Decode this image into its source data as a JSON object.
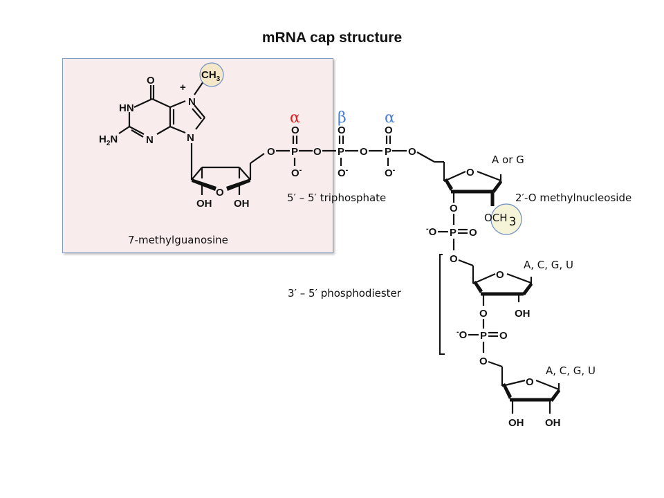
{
  "title": "mRNA cap structure",
  "colors": {
    "box_fill": "#f8ecec",
    "box_border": "#7f9cc8",
    "highlight_fill": "#f4e8c8",
    "highlight_fill_2": "#f5f3d8",
    "highlight_border": "#6f8fc4",
    "alpha_red": "#e02020",
    "greek_blue": "#4a7fd6"
  },
  "labels": {
    "methylguanosine": "7-methylguanosine",
    "triphosphate": "5′ – 5′ triphosphate",
    "methylnucleoside": "2′-O methylnucleoside",
    "phosphodiester": "3′ – 5′ phosphodiester",
    "base_first": "A or G",
    "base_second": "A, C, G, U",
    "base_third": "A, C, G, U"
  },
  "phosphate_labels": [
    {
      "symbol": "α",
      "color": "red"
    },
    {
      "symbol": "β",
      "color": "blue"
    },
    {
      "symbol": "α",
      "color": "blue"
    }
  ],
  "atoms": {
    "O": "O",
    "HN": "HN",
    "H2N": "H",
    "N": "N",
    "plus": "+",
    "CH3": "CH",
    "three": "3",
    "two": "2",
    "OH": "OH",
    "P": "P",
    "Ominus": "O",
    "minus": "-",
    "OCH": "OCH",
    "OCH3_sub": "3"
  }
}
